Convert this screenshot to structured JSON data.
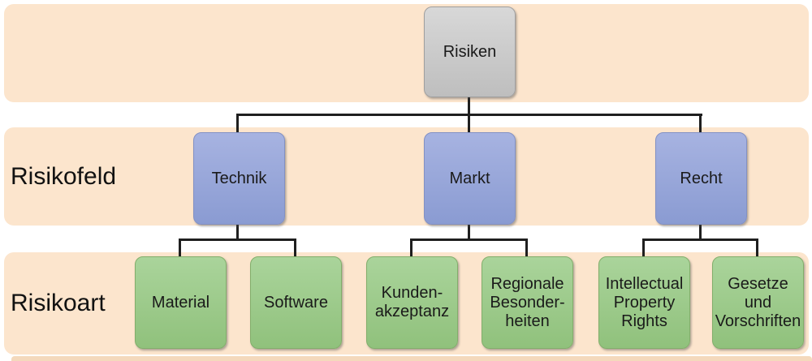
{
  "title": "Risiken hierarchy diagram",
  "colors": {
    "band_background": "#FCE5CD",
    "next_band_sliver": "#F4D9BC",
    "root_box_fill_top": "#D8D8D8",
    "root_box_fill_bottom": "#BEBEBE",
    "root_box_border": "#9F9F9F",
    "field_box_fill_top": "#A7B3E1",
    "field_box_fill_bottom": "#8A9BD2",
    "field_box_border": "#8291C4",
    "art_box_fill_top": "#AAD49B",
    "art_box_fill_bottom": "#90C17C",
    "art_box_border": "#82AE6B",
    "connector_line": "#1F1F1F",
    "text": "#1A1A1A"
  },
  "row_labels": {
    "risikofeld": "Risikofeld",
    "risikoart": "Risikoart"
  },
  "root": {
    "label": "Risiken"
  },
  "fields": [
    {
      "label": "Technik"
    },
    {
      "label": "Markt"
    },
    {
      "label": "Recht"
    }
  ],
  "arts": [
    {
      "label": "Material",
      "parent": "Technik"
    },
    {
      "label": "Software",
      "parent": "Technik"
    },
    {
      "label": "Kunden-\nakzeptanz",
      "parent": "Markt"
    },
    {
      "label": "Regionale\nBesonder-\nheiten",
      "parent": "Markt"
    },
    {
      "label": "Intellectual\nProperty\nRights",
      "parent": "Recht"
    },
    {
      "label": "Gesetze und\nVorschriften",
      "parent": "Recht"
    }
  ]
}
